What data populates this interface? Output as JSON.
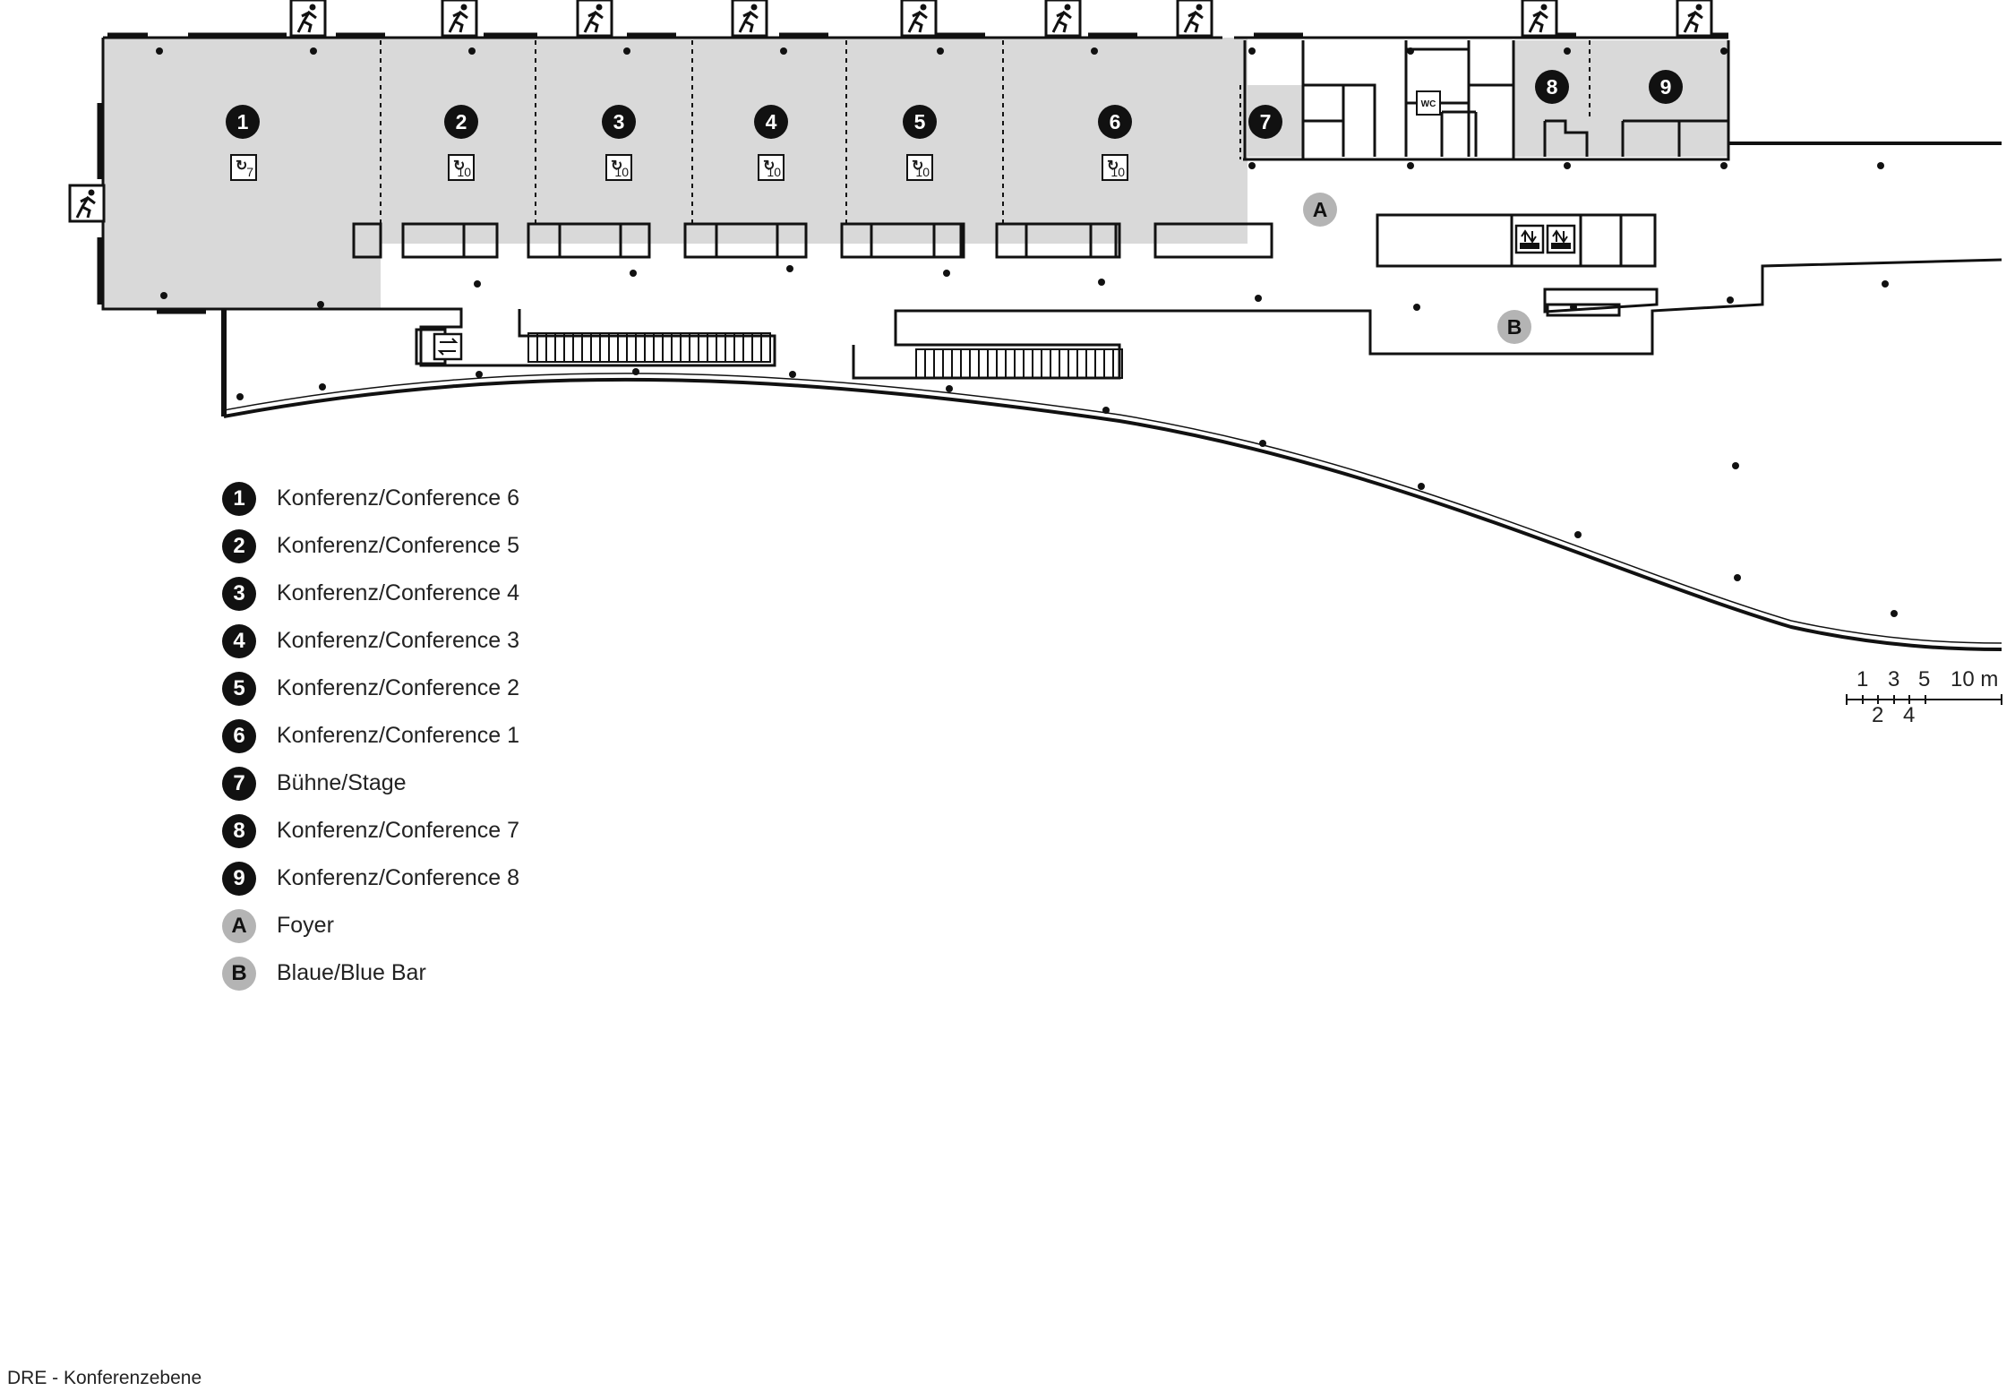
{
  "floor_plan": {
    "rooms": [
      {
        "key": "1",
        "hoist": "7"
      },
      {
        "key": "2",
        "hoist": "10"
      },
      {
        "key": "3",
        "hoist": "10"
      },
      {
        "key": "4",
        "hoist": "10"
      },
      {
        "key": "5",
        "hoist": "10"
      },
      {
        "key": "6",
        "hoist": "10"
      },
      {
        "key": "7",
        "hoist": ""
      },
      {
        "key": "8",
        "hoist": ""
      },
      {
        "key": "9",
        "hoist": ""
      }
    ],
    "public_areas": [
      {
        "key": "A"
      },
      {
        "key": "B"
      }
    ],
    "wc_label": "WC",
    "icons": [
      "emergency-exit-icon",
      "elevator-icon",
      "hoist-icon",
      "stairs-icon",
      "escalator-icon"
    ],
    "colors": {
      "room_fill": "#d9d9d9",
      "wall": "#111111",
      "public_marker": "#b4b4b4"
    }
  },
  "legend": [
    {
      "key": "1",
      "label": "Konferenz/Conference 6",
      "style": "room"
    },
    {
      "key": "2",
      "label": "Konferenz/Conference 5",
      "style": "room"
    },
    {
      "key": "3",
      "label": "Konferenz/Conference 4",
      "style": "room"
    },
    {
      "key": "4",
      "label": "Konferenz/Conference 3",
      "style": "room"
    },
    {
      "key": "5",
      "label": "Konferenz/Conference 2",
      "style": "room"
    },
    {
      "key": "6",
      "label": "Konferenz/Conference 1",
      "style": "room"
    },
    {
      "key": "7",
      "label": "Bühne/Stage",
      "style": "room"
    },
    {
      "key": "8",
      "label": "Konferenz/Conference 7",
      "style": "room"
    },
    {
      "key": "9",
      "label": "Konferenz/Conference 8",
      "style": "room"
    },
    {
      "key": "A",
      "label": "Foyer",
      "style": "public"
    },
    {
      "key": "B",
      "label": "Blaue/Blue Bar",
      "style": "public"
    }
  ],
  "scale_bar": {
    "top_labels": [
      "1",
      "3",
      "5",
      "10 m"
    ],
    "bottom_labels": [
      "2",
      "4"
    ]
  },
  "footer": {
    "caption": "DRE - Konferenzebene"
  }
}
